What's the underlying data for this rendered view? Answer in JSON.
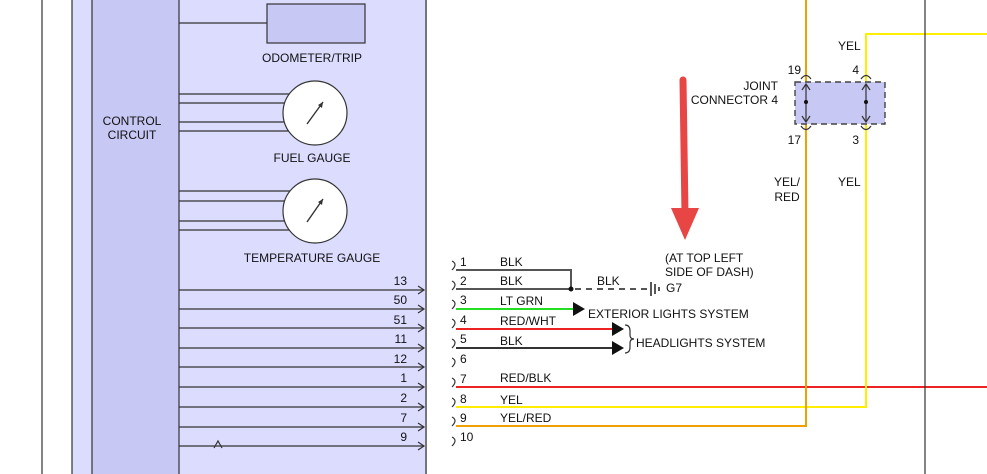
{
  "cluster": {
    "control_circuit_label": [
      "CONTROL",
      "CIRCUIT"
    ],
    "odometer_label": "ODOMETER/TRIP",
    "fuel_gauge_label": "FUEL GAUGE",
    "temperature_gauge_label": "TEMPERATURE GAUGE"
  },
  "internal_pins": [
    "13",
    "50",
    "51",
    "11",
    "12",
    "1",
    "2",
    "7",
    "9"
  ],
  "connector_pins": [
    "1",
    "2",
    "3",
    "4",
    "5",
    "6",
    "7",
    "8",
    "9",
    "10"
  ],
  "wires": [
    {
      "pin": "1",
      "color_label": "BLK",
      "hex": "#555555"
    },
    {
      "pin": "2",
      "color_label": "BLK",
      "hex": "#555555"
    },
    {
      "pin": "3",
      "color_label": "LT GRN",
      "hex": "#22dd22"
    },
    {
      "pin": "4",
      "color_label": "RED/WHT",
      "hex": "#ee2222"
    },
    {
      "pin": "5",
      "color_label": "BLK",
      "hex": "#333333"
    },
    {
      "pin": "7",
      "color_label": "RED/BLK",
      "hex": "#ee2222"
    },
    {
      "pin": "8",
      "color_label": "YEL",
      "hex": "#ffee00"
    },
    {
      "pin": "9",
      "color_label": "YEL/RED",
      "hex": "#f0a000"
    }
  ],
  "ground": {
    "wire_label": "BLK",
    "location": [
      "(AT TOP LEFT",
      "SIDE OF DASH)"
    ],
    "ref": "G7"
  },
  "destinations": {
    "exterior_lights": "EXTERIOR LIGHTS SYSTEM",
    "headlights": "HEADLIGHTS SYSTEM"
  },
  "joint_connector": {
    "label": [
      "JOINT",
      "CONNECTOR 4"
    ],
    "pins": {
      "top_left": "19",
      "top_right": "4",
      "bottom_left": "17",
      "bottom_right": "3"
    },
    "wire_top_right": "YEL",
    "wire_bottom_left": [
      "YEL/",
      "RED"
    ],
    "wire_bottom_right": "YEL"
  },
  "colors": {
    "cluster_fill": "#dcdcff",
    "control_fill": "#c8c8f4",
    "arrow_accent": "#e84545"
  }
}
